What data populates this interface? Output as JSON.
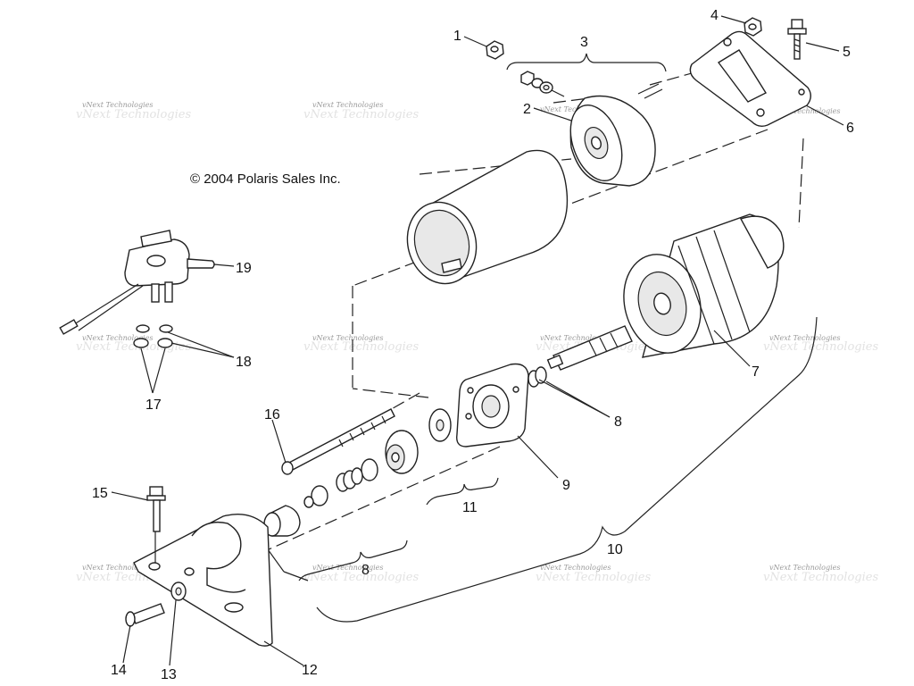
{
  "copyright": "© 2004 Polaris Sales Inc.",
  "watermark": "vNext Technologies",
  "callouts": [
    "1",
    "2",
    "3",
    "4",
    "5",
    "6",
    "7",
    "8",
    "8",
    "9",
    "10",
    "11",
    "12",
    "13",
    "14",
    "15",
    "16",
    "17",
    "18",
    "19"
  ]
}
